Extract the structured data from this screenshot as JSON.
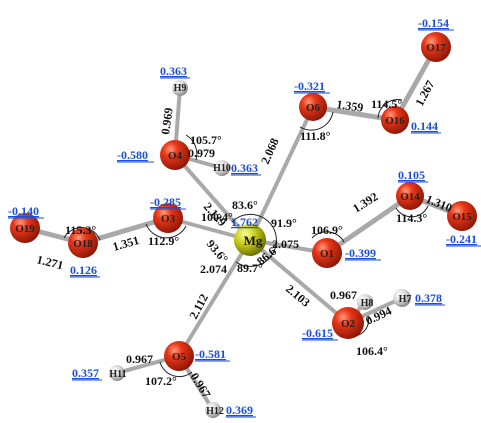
{
  "colors": {
    "oxygen": "#d62a10",
    "hydrogen": "#d9d9d9",
    "magnesium": "#c9cc1a",
    "bond": "#a8a8a8",
    "charge": "#1b4fd6"
  },
  "atoms": {
    "mg": "Mg",
    "o1": "O1",
    "o2": "O2",
    "o3": "O3",
    "o4": "O4",
    "o5": "O5",
    "o6": "O6",
    "o14": "O14",
    "o15": "O15",
    "o16": "O16",
    "o17": "O17",
    "o18": "O18",
    "o19": "O19",
    "h7": "H7",
    "h8": "H8",
    "h9": "H9",
    "h10": "H10",
    "h11": "H11",
    "h12": "H12"
  },
  "charges": {
    "mg": "1.762",
    "o1": "-0.399",
    "o2": "-0.615",
    "o3": "-0.285",
    "o4": "-0.580",
    "o5": "-0.581",
    "o6": "-0.321",
    "o14": "0.105",
    "o15": "-0.241",
    "o16": "0.144",
    "o17": "-0.154",
    "o18": "0.126",
    "o19": "-0.140",
    "h7": "0.378",
    "h9": "0.363",
    "h10": "0.363",
    "h11": "0.357",
    "h12": "0.369"
  },
  "bonds": {
    "mg_o4": "2.129",
    "mg_o6": "2.068",
    "mg_o1": "2.075",
    "mg_o2": "2.103",
    "mg_o5": "2.112",
    "mg_o3": "2.074",
    "o4_h9": "0.969",
    "o4_h10": "0.979",
    "o3_o18": "1.351",
    "o18_o19": "1.271",
    "o6_o16": "1.359",
    "o16_o17": "1.267",
    "o1_o14": "1.392",
    "o14_o15": "1.310",
    "o2_h8": "0.967",
    "o2_h7": "0.994",
    "o5_h11": "0.967",
    "o5_h12": "0.967"
  },
  "angles": {
    "h9_o4_h10": "105.7°",
    "o3_mg_o4": "100.4°",
    "o4_mg_o6": "83.6°",
    "o6_mg_o1": "91.9°",
    "o1_mg_o2": "86.6°",
    "o2_mg_o5": "89.7°",
    "o5_mg_o3": "93.6°",
    "o18_o3_mg": "112.9°",
    "o19_o18_o3": "115.3°",
    "mg_o6_o16": "111.8°",
    "o6_o16_o17": "114.5°",
    "mg_o1_o14": "106.9°",
    "o1_o14_o15": "114.3°",
    "h8_o2_h7": "106.4°",
    "h11_o5_h12": "107.2°"
  }
}
